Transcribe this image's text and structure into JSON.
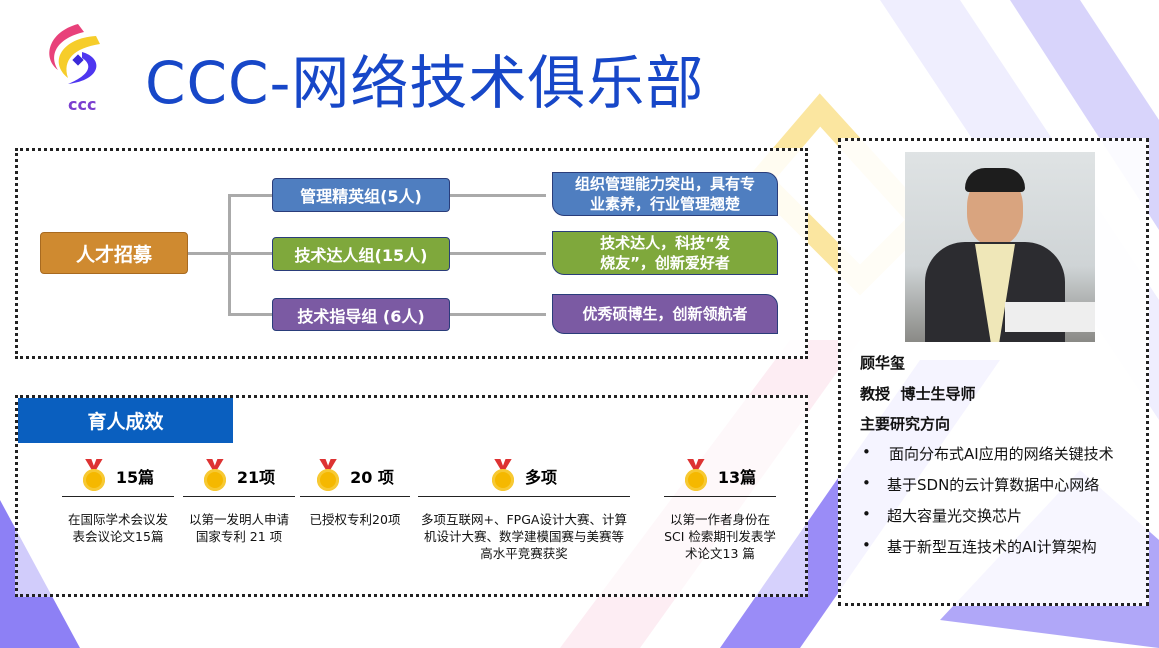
{
  "header": {
    "title": "CCC-网络技术俱乐部",
    "logo_text": "CCC"
  },
  "recruit": {
    "root": "人才招募",
    "groups": [
      {
        "label": "管理精英组(5人)",
        "desc": "组织管理能力突出，具有专业素养，行业管理翘楚",
        "color": "#4f7ec0"
      },
      {
        "label": "技术达人组(15人)",
        "desc": "技术达人，科技“发烧友”，创新爱好者",
        "color": "#7fa83c"
      },
      {
        "label": "技术指导组 (6人)",
        "desc": "优秀硕博生，创新领航者",
        "color": "#7b5aa3"
      }
    ]
  },
  "results": {
    "title": "育人成效",
    "items": [
      {
        "value": "15篇",
        "desc": "在国际学术会议发表会议论文15篇"
      },
      {
        "value": "21项",
        "desc": "以第一发明人申请国家专利 21 项"
      },
      {
        "value": "20 项",
        "desc": "已授权专利20项"
      },
      {
        "value": "多项",
        "desc": "多项互联网+、FPGA设计大赛、计算机设计大赛、数学建模国赛与美赛等高水平竞赛获奖"
      },
      {
        "value": "13篇",
        "desc": "以第一作者身份在SCI 检索期刊发表学术论文13 篇"
      }
    ]
  },
  "profile": {
    "name": "顾华玺",
    "title": "教授  博士生导师",
    "research_heading": "主要研究方向",
    "research": [
      "面向分布式AI应用的网络关键技术",
      "基于SDN的云计算数据中心网络",
      "超大容量光交换芯片",
      "基于新型互连技术的AI计算架构"
    ]
  }
}
